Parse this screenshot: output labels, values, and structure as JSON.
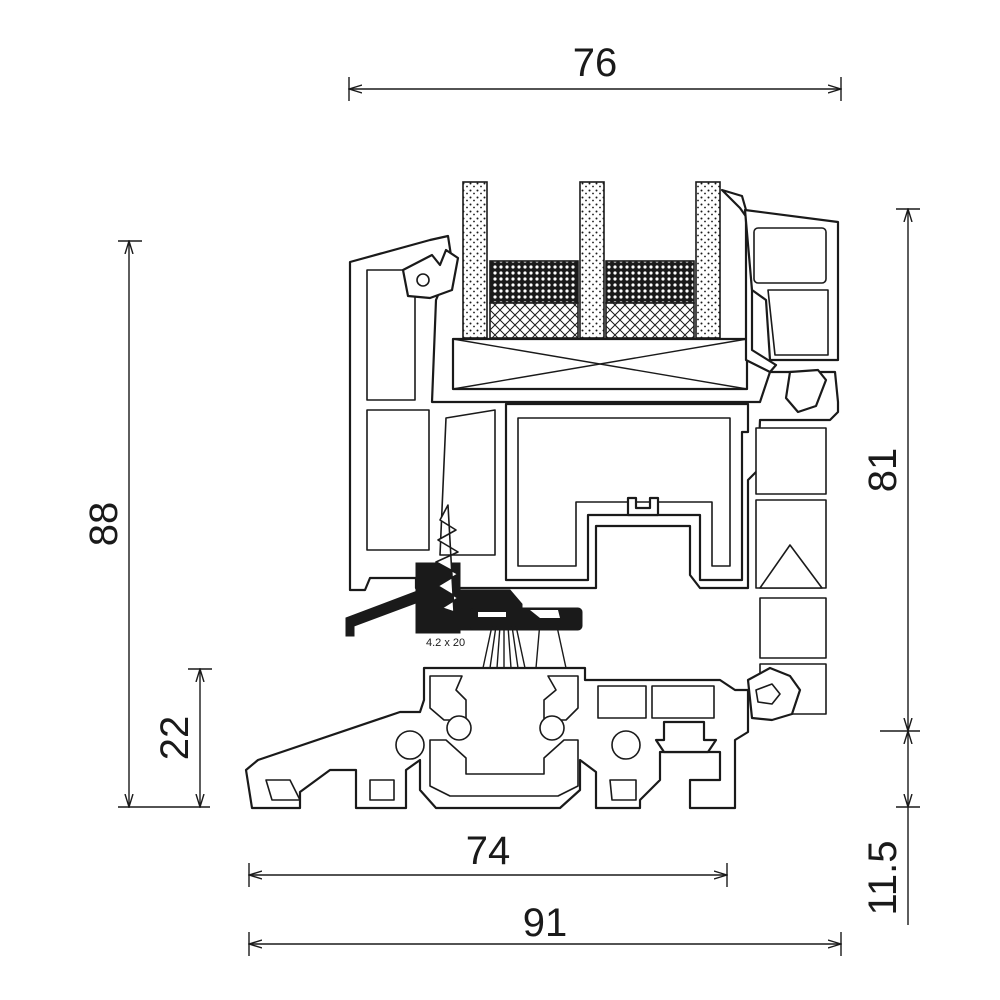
{
  "dimensions": {
    "top_width": "76",
    "frame_width": "74",
    "overall_width": "91",
    "left_height": "88",
    "right_height": "81",
    "sill_height": "22",
    "bottom_offset": "11.5"
  },
  "screw_label": "4.2 x 20",
  "colors": {
    "line": "#1a1a1a",
    "background": "#ffffff"
  }
}
